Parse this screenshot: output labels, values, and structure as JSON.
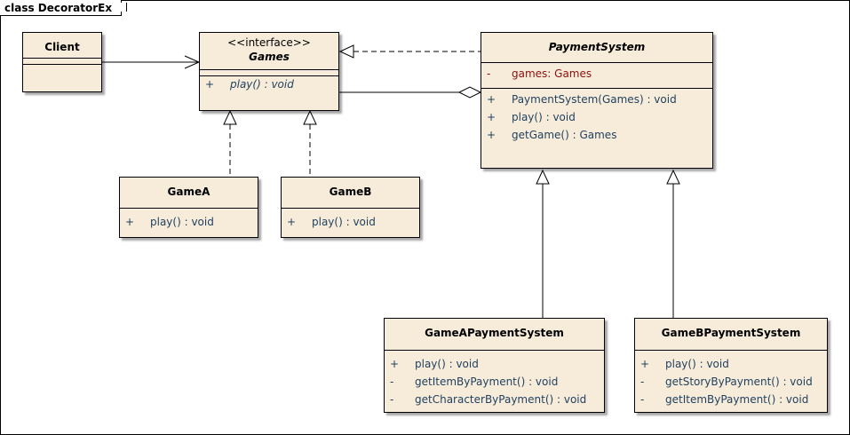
{
  "frame": {
    "title": "class DecoratorEx"
  },
  "classes": {
    "client": {
      "name": "Client"
    },
    "games": {
      "stereotype": "<<interface>>",
      "name": "Games",
      "ops": [
        {
          "vis": "+",
          "sig": "play() : void"
        }
      ]
    },
    "payment_system": {
      "name": "PaymentSystem",
      "attrs": [
        {
          "vis": "-",
          "sig": "games:  Games"
        }
      ],
      "ops": [
        {
          "vis": "+",
          "sig": "PaymentSystem(Games) : void"
        },
        {
          "vis": "+",
          "sig": "play() : void"
        },
        {
          "vis": "+",
          "sig": "getGame() : Games"
        }
      ]
    },
    "game_a": {
      "name": "GameA",
      "ops": [
        {
          "vis": "+",
          "sig": "play() : void"
        }
      ]
    },
    "game_b": {
      "name": "GameB",
      "ops": [
        {
          "vis": "+",
          "sig": "play() : void"
        }
      ]
    },
    "game_a_payment": {
      "name": "GameAPaymentSystem",
      "ops": [
        {
          "vis": "+",
          "sig": "play() : void"
        },
        {
          "vis": "-",
          "sig": "getItemByPayment() : void"
        },
        {
          "vis": "-",
          "sig": "getCharacterByPayment() : void"
        }
      ]
    },
    "game_b_payment": {
      "name": "GameBPaymentSystem",
      "ops": [
        {
          "vis": "+",
          "sig": "play() : void"
        },
        {
          "vis": "-",
          "sig": "getStoryByPayment() : void"
        },
        {
          "vis": "-",
          "sig": "getItemByPayment() : void"
        }
      ]
    }
  },
  "relations": [
    {
      "from": "Client",
      "to": "Games",
      "kind": "association"
    },
    {
      "from": "PaymentSystem",
      "to": "Games",
      "kind": "realization"
    },
    {
      "from": "PaymentSystem",
      "to": "Games",
      "kind": "aggregation"
    },
    {
      "from": "GameA",
      "to": "Games",
      "kind": "realization"
    },
    {
      "from": "GameB",
      "to": "Games",
      "kind": "realization"
    },
    {
      "from": "GameAPaymentSystem",
      "to": "PaymentSystem",
      "kind": "generalization"
    },
    {
      "from": "GameBPaymentSystem",
      "to": "PaymentSystem",
      "kind": "generalization"
    }
  ]
}
